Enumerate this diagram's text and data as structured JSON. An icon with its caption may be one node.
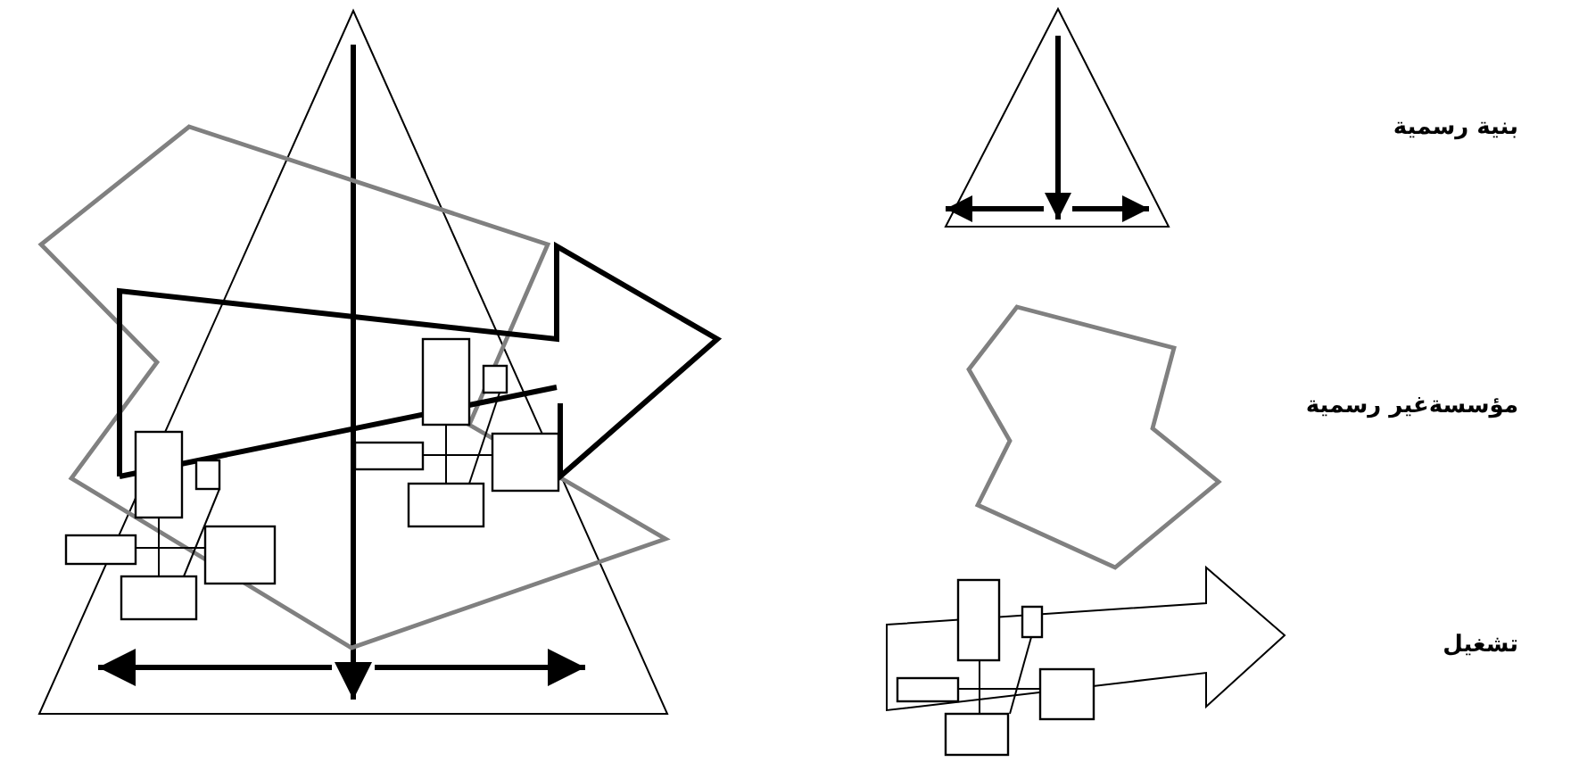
{
  "diagram": {
    "legend": [
      {
        "text": "بنية رسمية"
      },
      {
        "text": "مؤسسةغير رسمية"
      },
      {
        "text": "تشغيل"
      }
    ]
  }
}
